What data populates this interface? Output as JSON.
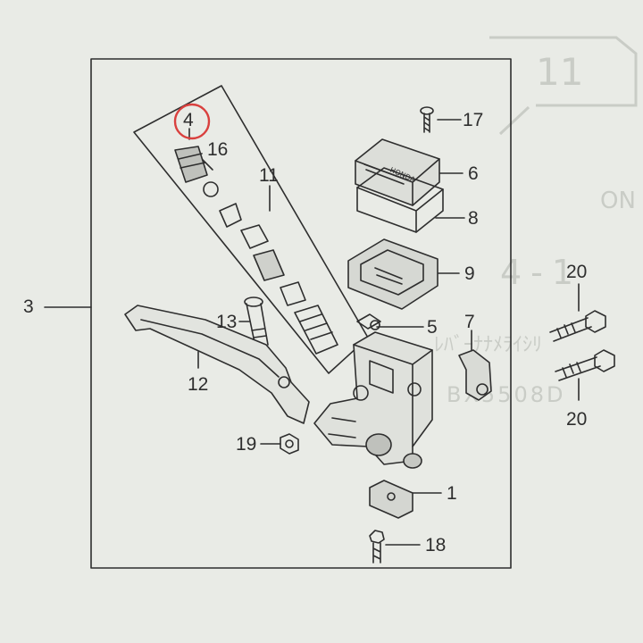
{
  "diagram": {
    "callouts": {
      "c1": "1",
      "c3": "3",
      "c4": "4",
      "c5": "5",
      "c6": "6",
      "c7": "7",
      "c8": "8",
      "c9": "9",
      "c11": "11",
      "c12": "12",
      "c13": "13",
      "c16": "16",
      "c17": "17",
      "c18": "18",
      "c19": "19",
      "c20a": "20",
      "c20b": "20"
    },
    "highlighted_part": "4",
    "reservoir_cap_logo": "HONDA",
    "background_print": {
      "top_right": "11",
      "mid_right": "ON",
      "arrow_digits": "4-1",
      "kana": "ﾚﾊﾞｰﾅﾅﾒﾗｲｼﾘ",
      "code": "BX5508D"
    },
    "colors": {
      "ink": "#2e2e2e",
      "paper": "#e9ebe6",
      "highlight": "#d9403e",
      "ghost": "#c9ccc6"
    }
  }
}
